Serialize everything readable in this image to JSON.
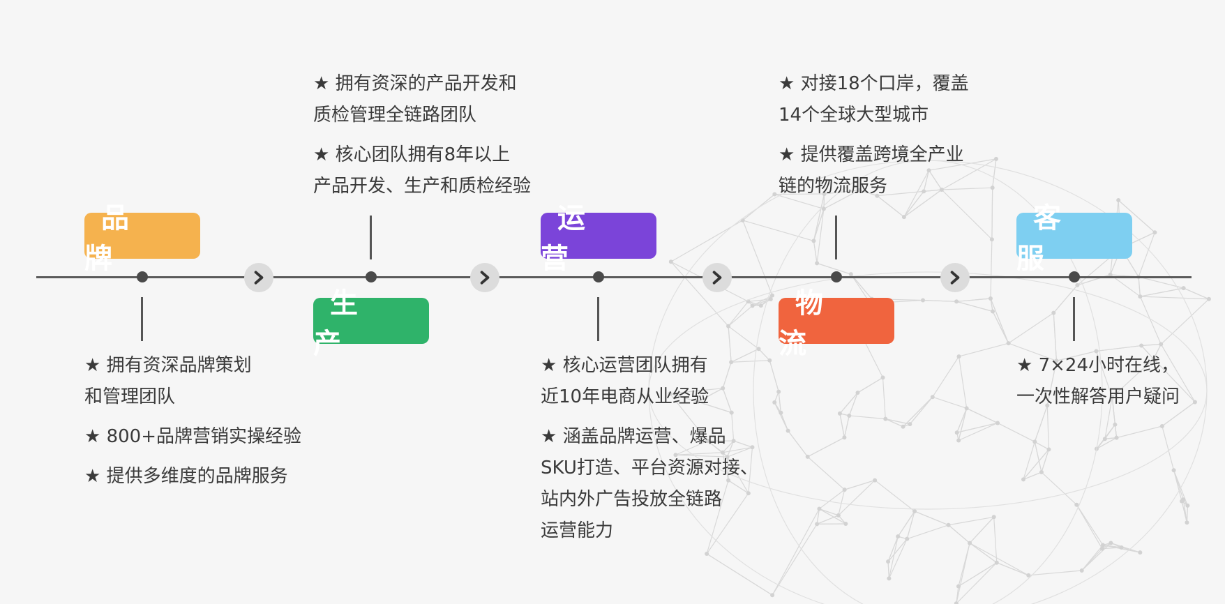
{
  "stages": [
    {
      "label": "品 牌",
      "color": "#f5b24e",
      "items": [
        [
          "★ 拥有资深品牌策划",
          "和管理团队"
        ],
        [
          "★ 800+品牌营销实操经验"
        ],
        [
          "★ 提供多维度的品牌服务"
        ]
      ]
    },
    {
      "label": "生 产",
      "color": "#2fb36a",
      "items": [
        [
          "★ 拥有资深的产品开发和",
          "质检管理全链路团队"
        ],
        [
          "★ 核心团队拥有8年以上",
          "产品开发、生产和质检经验"
        ]
      ]
    },
    {
      "label": "运 营",
      "color": "#7b44d9",
      "items": [
        [
          "★ 核心运营团队拥有",
          "近10年电商从业经验"
        ],
        [
          "★ 涵盖品牌运营、爆品",
          "SKU打造、平台资源对接、",
          "站内外广告投放全链路",
          "运营能力"
        ]
      ]
    },
    {
      "label": "物 流",
      "color": "#f0643e",
      "items": [
        [
          "★ 对接18个口岸，覆盖",
          "14个全球大型城市"
        ],
        [
          "★ 提供覆盖跨境全产业",
          "链的物流服务"
        ]
      ]
    },
    {
      "label": "客 服",
      "color": "#7ecff1",
      "items": [
        [
          "★ 7×24小时在线，",
          "一次性解答用户疑问"
        ]
      ]
    }
  ],
  "icons": {
    "arrow": "chevron-right-icon",
    "background": "network-globe"
  }
}
